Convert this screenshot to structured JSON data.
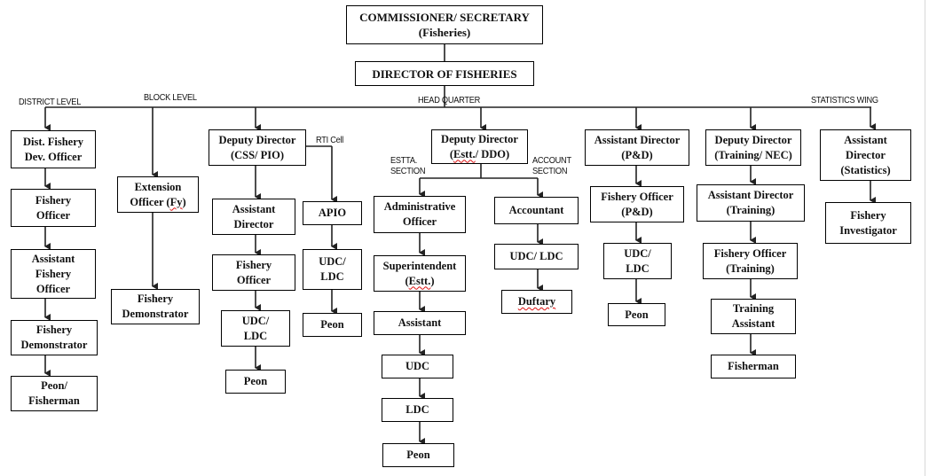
{
  "title": "Organisation chart - Department of Fisheries",
  "top": {
    "commissioner": "COMMISSIONER/ SECRETARY\n(Fisheries)",
    "director": "DIRECTOR OF FISHERIES"
  },
  "labels": {
    "district_level": "DISTRICT LEVEL",
    "block_level": "BLOCK LEVEL",
    "head_quarter": "HEAD QUARTER",
    "statistics_wing": "STATISTICS WING",
    "rti_cell": "RTI Cell",
    "estta_section": "ESTTA.\nSECTION",
    "account_section": "ACCOUNT\nSECTION"
  },
  "district": [
    "Dist. Fishery\nDev. Officer",
    "Fishery\nOfficer",
    "Assistant\nFishery\nOfficer",
    "Fishery\nDemonstrator",
    "Peon/\nFisherman"
  ],
  "block": {
    "extension_pre": "Extension\nOfficer (",
    "extension_sq": "Fy",
    "extension_post": ")",
    "demonstrator": "Fishery\nDemonstrator"
  },
  "css_pio": [
    "Deputy Director\n(CSS/ PIO)",
    "Assistant\nDirector",
    "Fishery\nOfficer",
    "UDC/\nLDC",
    "Peon"
  ],
  "rti": [
    "APIO",
    "UDC/\nLDC",
    "Peon"
  ],
  "estt": {
    "deputy_line1": "Deputy Director",
    "deputy_pre": "(",
    "deputy_sq": "Estt.",
    "deputy_post": "/ DDO)",
    "admin_officer": "Administrative\nOfficer",
    "super_line1": "Superintendent",
    "super_pre": "(",
    "super_sq": "Estt.",
    "super_post": ")",
    "assistant": "Assistant",
    "udc": "UDC",
    "ldc": "LDC",
    "peon": "Peon"
  },
  "account": {
    "accountant": "Accountant",
    "udc_ldc": "UDC/ LDC",
    "duftary": "Duftary"
  },
  "pd": [
    "Assistant Director\n(P&D)",
    "Fishery Officer\n(P&D)",
    "UDC/\nLDC",
    "Peon"
  ],
  "training": [
    "Deputy Director\n(Training/ NEC)",
    "Assistant Director\n(Training)",
    "Fishery Officer\n(Training)",
    "Training\nAssistant",
    "Fisherman"
  ],
  "statistics": [
    "Assistant\nDirector\n(Statistics)",
    "Fishery\nInvestigator"
  ]
}
